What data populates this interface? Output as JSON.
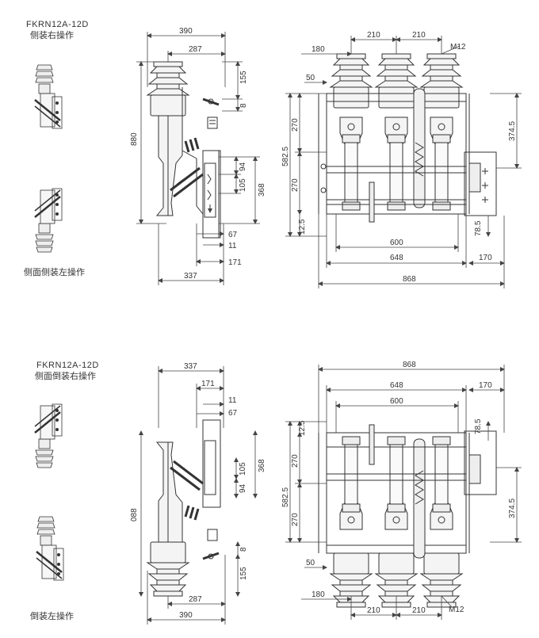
{
  "top_group": {
    "model": "FKRN12A-12D",
    "caption_right": "侧装右操作",
    "caption_left": "侧面侧装左操作",
    "side_dims": {
      "w390": "390",
      "w287": "287",
      "h155": "155",
      "h8": "8",
      "h880": "880",
      "h94": "94",
      "h105": "105",
      "h368": "368",
      "w67": "67",
      "w11": "11",
      "w171": "171",
      "w337": "337"
    },
    "front_dims": {
      "w210a": "210",
      "w210b": "210",
      "w180": "180",
      "m12": "M12",
      "w50": "50",
      "h270a": "270",
      "h270b": "270",
      "h5825": "582.5",
      "h125": "12.5",
      "h3745": "374.5",
      "h785": "78.5",
      "w600": "600",
      "w648": "648",
      "w170": "170",
      "w868": "868"
    }
  },
  "bottom_group": {
    "model": "FKRN12A-12D",
    "caption_right": "侧面倒装右操作",
    "caption_left": "倒装左操作",
    "side_dims": {
      "w337": "337",
      "w171": "171",
      "w11": "11",
      "w67": "67",
      "h880": "088",
      "h105": "105",
      "h94": "94",
      "h368": "368",
      "h8": "8",
      "h155": "155",
      "w287": "287",
      "w390": "390"
    },
    "front_dims": {
      "w868": "868",
      "w648": "648",
      "w170": "170",
      "w600": "600",
      "h125": "12.5",
      "h785": "78.5",
      "h270a": "270",
      "h270b": "270",
      "h5825": "582.5",
      "h3745": "374.5",
      "w50": "50",
      "w180": "180",
      "w210a": "210",
      "w210b": "210",
      "m12": "M12"
    }
  },
  "colors": {
    "line": "#333333",
    "dim": "#444444",
    "fill": "#f4f4f4"
  }
}
